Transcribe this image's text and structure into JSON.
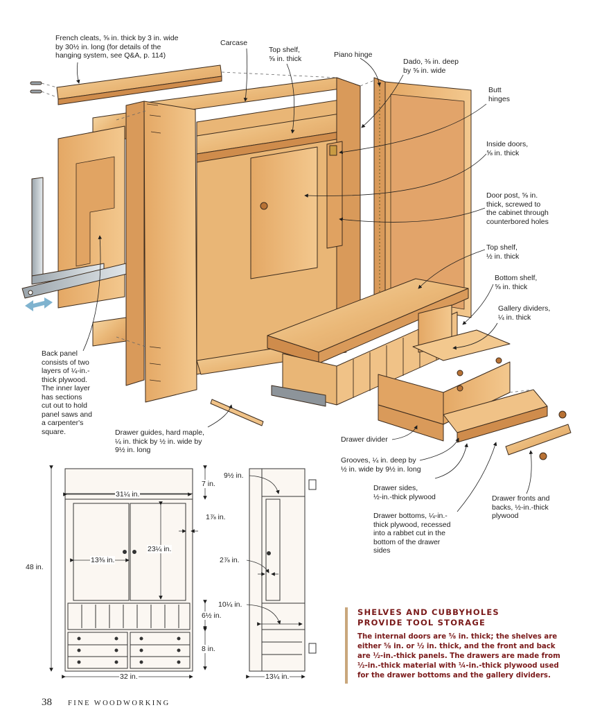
{
  "callouts": {
    "french_cleats": "French cleats, ⅝ in. thick by 3 in. wide\nby 30½ in. long (for details of the\nhanging system, see Q&A, p. 114)",
    "carcase": "Carcase",
    "top_shelf_upper": "Top shelf,\n⅝ in. thick",
    "piano_hinge": "Piano hinge",
    "dado": "Dado, ⅜ in. deep\nby ⅝ in. wide",
    "butt_hinges": "Butt\nhinges",
    "inside_doors": "Inside doors,\n⅝ in. thick",
    "door_post": "Door post, ⅝ in.\nthick, screwed to\nthe cabinet through\ncounterbored holes",
    "top_shelf_lower": "Top shelf,\n½ in. thick",
    "bottom_shelf": "Bottom shelf,\n⅝ in. thick",
    "gallery_dividers": "Gallery dividers,\n¼ in. thick",
    "back_panel": "Back panel\nconsists of two\nlayers of ¼-in.-\nthick plywood.\nThe inner layer\nhas sections\ncut out to hold\npanel saws and\na carpenter's\nsquare.",
    "drawer_guides": "Drawer guides, hard maple,\n¼ in. thick by ½ in. wide by\n9½ in. long",
    "drawer_divider": "Drawer divider",
    "grooves": "Grooves, ¼ in. deep by\n½ in. wide by 9½ in. long",
    "drawer_sides": "Drawer sides,\n½-in.-thick plywood",
    "drawer_bottoms": "Drawer bottoms, ¼-in.-\nthick plywood, recessed\ninto a rabbet cut in the\nbottom of the drawer\nsides",
    "drawer_fronts": "Drawer fronts and\nbacks, ½-in.-thick\nplywood"
  },
  "dimensions": {
    "height_48": "48 in.",
    "top_7": "7 in.",
    "inner_width": "31¼ in.",
    "door_gap": "1⅞ in.",
    "door_height": "23¼ in.",
    "door_width": "13⅜ in.",
    "gallery_height": "6½ in.",
    "drawer_height": "8 in.",
    "overall_width": "32 in.",
    "side_9_5": "9½ in.",
    "side_2_7_8": "2⅞ in.",
    "side_10_25": "10¼ in.",
    "side_depth": "13¼ in."
  },
  "sidebar": {
    "title_line1": "SHELVES AND CUBBYHOLES",
    "title_line2": "PROVIDE TOOL STORAGE",
    "body": "The internal doors are ⅝ in. thick; the shelves are either ⅝ in. or ½ in. thick, and the front and back are ½-in.-thick panels. The drawers are made from ½-in.-thick material with ¼-in.-thick plywood used for the drawer bottoms and the gallery dividers."
  },
  "footer": {
    "page_number": "38",
    "magazine": "FINE WOODWORKING"
  },
  "colors": {
    "wood_light": "#f2c98e",
    "wood_mid": "#e2a765",
    "wood_dark": "#c7834a",
    "line": "#3b2a1c",
    "sidebar_text": "#7a1a1a",
    "sidebar_rule": "#c9a77c",
    "arrow_blue": "#7fb3cf"
  }
}
